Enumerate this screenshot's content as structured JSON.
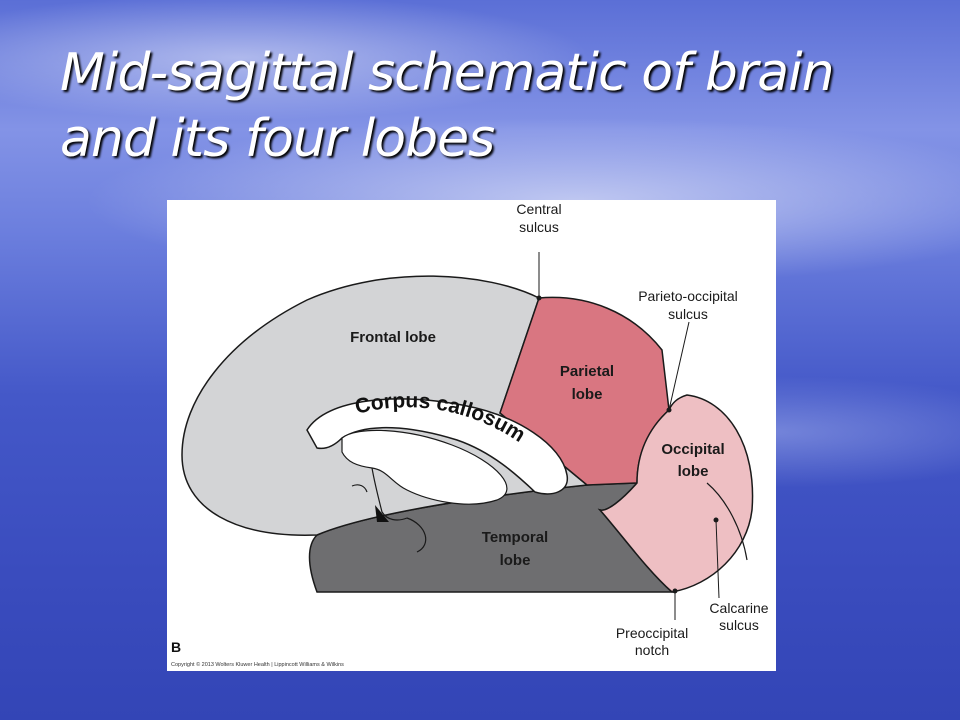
{
  "slide": {
    "title_line1": "Mid-sagittal schematic of brain",
    "title_line2": "and its four lobes"
  },
  "figure": {
    "panel_letter": "B",
    "copyright": "Copyright © 2013 Wolters Kluwer Health | Lippincott Williams & Wilkins",
    "lobes": {
      "frontal": "Frontal lobe",
      "parietal_line1": "Parietal",
      "parietal_line2": "lobe",
      "occipital_line1": "Occipital",
      "occipital_line2": "lobe",
      "temporal_line1": "Temporal",
      "temporal_line2": "lobe"
    },
    "structures": {
      "corpus_callosum": "Corpus callosum"
    },
    "callouts": {
      "central_line1": "Central",
      "central_line2": "sulcus",
      "parieto_occipital_line1": "Parieto-occipital",
      "parieto_occipital_line2": "sulcus",
      "calcarine_line1": "Calcarine",
      "calcarine_line2": "sulcus",
      "preoccipital_line1": "Preoccipital",
      "preoccipital_line2": "notch"
    },
    "colors": {
      "frontal": "#d3d4d6",
      "parietal": "#d97681",
      "occipital": "#eebfc3",
      "temporal": "#6e6e70",
      "outline": "#1a1a1a"
    }
  }
}
